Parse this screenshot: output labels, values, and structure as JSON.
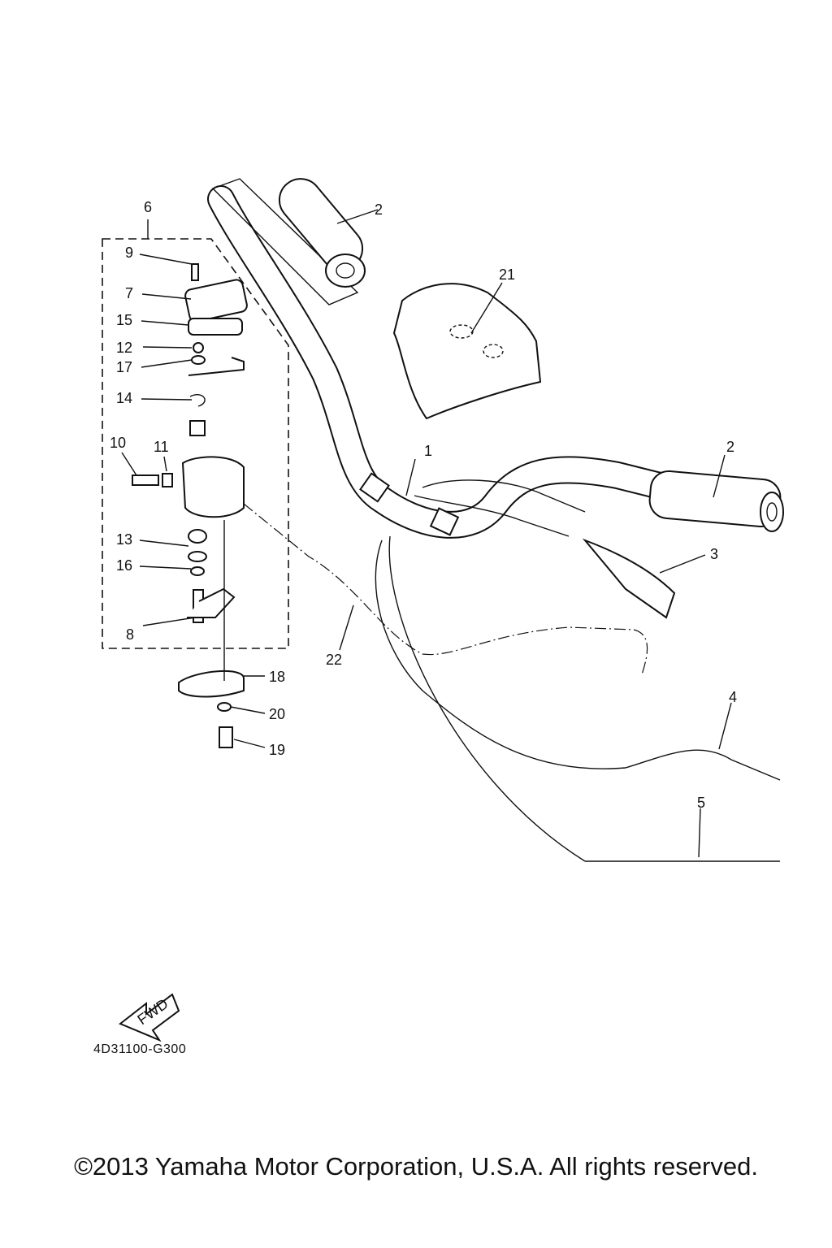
{
  "parts": [
    {
      "num": "1"
    },
    {
      "num": "2"
    },
    {
      "num": "2"
    },
    {
      "num": "3"
    },
    {
      "num": "4"
    },
    {
      "num": "5"
    },
    {
      "num": "6"
    },
    {
      "num": "7"
    },
    {
      "num": "8"
    },
    {
      "num": "9"
    },
    {
      "num": "10"
    },
    {
      "num": "11"
    },
    {
      "num": "12"
    },
    {
      "num": "13"
    },
    {
      "num": "14"
    },
    {
      "num": "15"
    },
    {
      "num": "16"
    },
    {
      "num": "17"
    },
    {
      "num": "18"
    },
    {
      "num": "19"
    },
    {
      "num": "20"
    },
    {
      "num": "21"
    },
    {
      "num": "22"
    }
  ],
  "fwd_label": "FWD",
  "diagram_code": "4D31100-G300",
  "copyright": "©2013 Yamaha Motor Corporation, U.S.A. All rights reserved."
}
